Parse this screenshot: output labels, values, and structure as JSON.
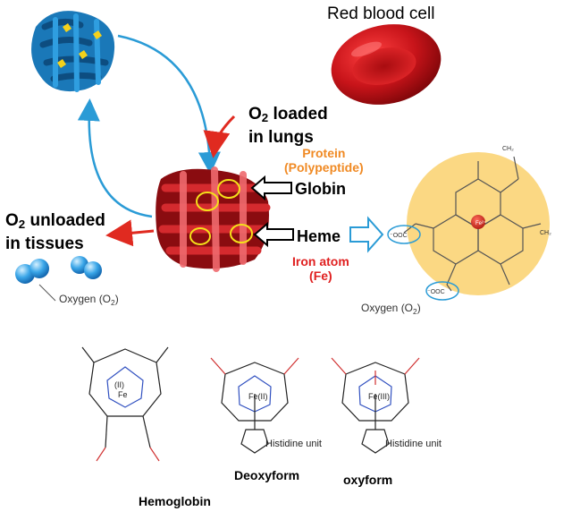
{
  "labels": {
    "red_blood_cell": "Red blood cell",
    "o2_loaded": {
      "pre": "O",
      "sub": "2",
      "post": " loaded",
      "line2": "in lungs"
    },
    "o2_unloaded": {
      "pre": "O",
      "sub": "2",
      "post": " unloaded",
      "line2": "in tissues"
    },
    "protein_line1": "Protein",
    "protein_line2": "(Polypeptide)",
    "globin": "Globin",
    "heme": "Heme",
    "iron_line1": "Iron atom",
    "iron_line2": "(Fe)",
    "oxygen_left": "Oxygen (O",
    "oxygen_left_sub": "2",
    "oxygen_left_end": ")",
    "oxygen_right": "Oxygen (O",
    "oxygen_right_sub": "2",
    "oxygen_right_end": ")"
  },
  "structures": {
    "hemoglobin": "Hemoglobin",
    "deoxyform": "Deoxyform",
    "oxyform": "oxyform",
    "histidine_1": "Histidine unit",
    "histidine_2": "Histidine unit",
    "fe_ii": "Fe",
    "fe_ii_state": "(II)",
    "fe_deoxy": "Fe(II)",
    "fe_oxy": "Fe(III)",
    "coo_left": "⁻OOC",
    "coo_bottom": "⁻OOC",
    "ch2": "CH₂",
    "heme_fe": "Fe²⁺"
  },
  "colors": {
    "arrow_blue": "#2a9bd6",
    "arrow_red": "#e02a20",
    "protein_orange": "#f08a24",
    "iron_red": "#e02020",
    "heme_disk": "#fbd883",
    "rbc_red": "#c8141a"
  }
}
